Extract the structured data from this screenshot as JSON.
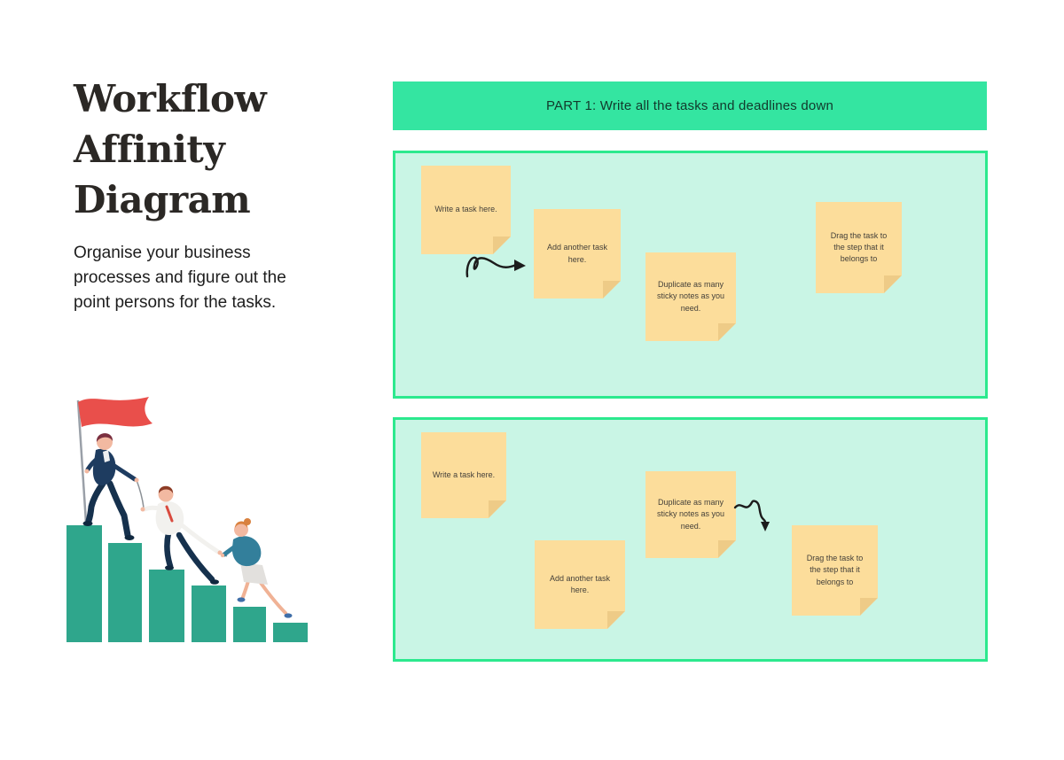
{
  "theme": {
    "banner_bg": "#34e5a1",
    "banner_text": "#12392c",
    "panel_bg": "#c9f5e5",
    "panel_border": "#2ce98e",
    "note_bg": "#fcdd9b",
    "note_fold": "#eecb87",
    "note_text": "#45413a",
    "arrow_color": "#1c1c1c",
    "bar_color": "#2fa68c",
    "flag_color": "#e94f4b",
    "title_color": "#2b2825",
    "body_color": "#1d1d1d"
  },
  "sidebar": {
    "title": "Workflow Affinity Diagram",
    "title_lines": [
      "Workflow",
      "Affinity",
      "Diagram"
    ],
    "description": "Organise your business processes and figure out the point persons for the tasks.",
    "illustration": "team-climbing-bar-chart-with-flag"
  },
  "board": {
    "banner": {
      "label": "PART 1: Write all the tasks and deadlines down"
    },
    "panels": [
      {
        "name": "panel-1",
        "arrow": "squiggle-arrow-right",
        "notes": [
          {
            "text": "Write a task here."
          },
          {
            "text": "Add another task here."
          },
          {
            "text": "Duplicate as many sticky notes as you need."
          },
          {
            "text": "Drag the task to the step that it belongs to"
          }
        ]
      },
      {
        "name": "panel-2",
        "arrow": "squiggle-arrow-down",
        "notes": [
          {
            "text": "Write a task here."
          },
          {
            "text": "Add another task here."
          },
          {
            "text": "Duplicate as many sticky notes as you need."
          },
          {
            "text": "Drag the task to the step that it belongs to"
          }
        ]
      }
    ]
  }
}
